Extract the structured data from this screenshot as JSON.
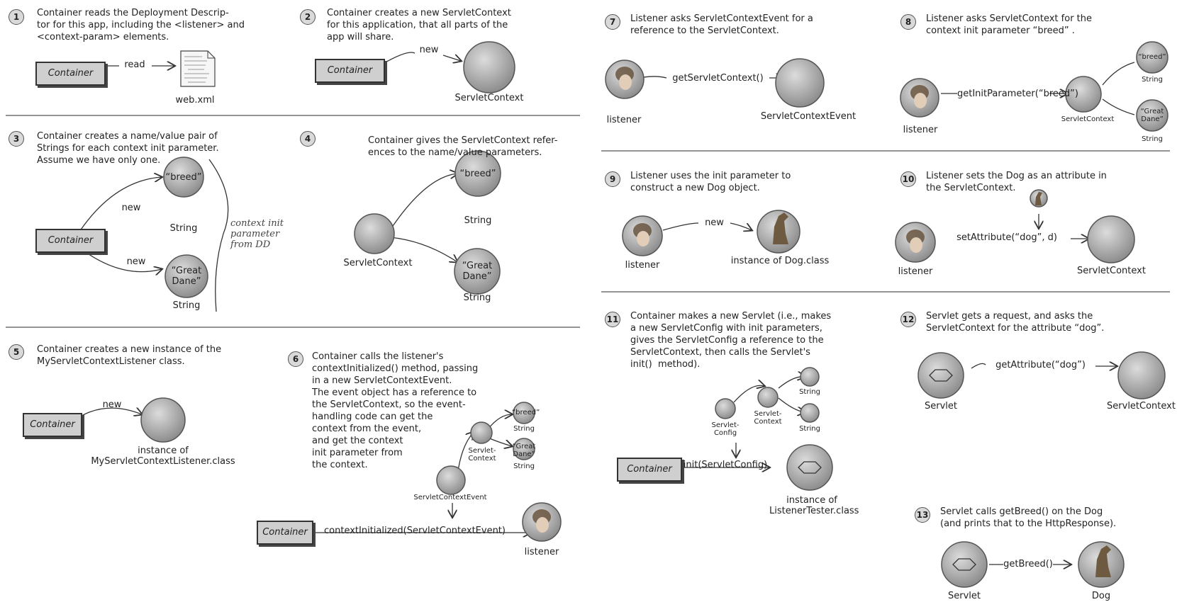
{
  "steps": {
    "s1": {
      "num": "1",
      "text": "Container reads the Deployment Descrip-\ntor for this app, including the <listener> and\n<context-param> elements.",
      "container": "Container",
      "edge": "read",
      "file": "web.xml"
    },
    "s2": {
      "num": "2",
      "text": "Container creates a new ServletContext\nfor this application, that all parts of the\napp will share.",
      "container": "Container",
      "edge": "new",
      "node": "ServletContext"
    },
    "s3": {
      "num": "3",
      "text": "Container creates a name/value pair of\nStrings for each context init parameter.\nAssume we have only one.",
      "container": "Container",
      "edge1": "new",
      "edge2": "new",
      "node1": "“breed”",
      "node1_type": "String",
      "node2": "“Great\nDane”",
      "node2_type": "String",
      "note": "context init\nparameter\nfrom DD"
    },
    "s4": {
      "num": "4",
      "text": "Container gives the ServletContext refer-\nences to the name/value parameters.",
      "center": "ServletContext",
      "node1": "“breed”",
      "node1_type": "String",
      "node2": "“Great\nDane”",
      "node2_type": "String"
    },
    "s5": {
      "num": "5",
      "text": "Container creates a new instance of the\nMyServletContextListener class.",
      "container": "Container",
      "edge": "new",
      "node": "instance of\nMyServletContextListener.class"
    },
    "s6": {
      "num": "6",
      "text": "Container calls the listener's\ncontextInitialized() method, passing\nin a new ServletContextEvent.\nThe event object has a reference to\nthe ServletContext, so the event-\nhandling code can get the\ncontext from the event,\nand get the context\ninit parameter from\nthe context.",
      "container": "Container",
      "edge": "contextInitialized(ServletContextEvent)",
      "listener": "listener",
      "event": "ServletContextEvent",
      "ctx": "Servlet-\nContext",
      "p1": "“breed”",
      "p1_type": "String",
      "p2": "“Great\nDane”",
      "p2_type": "String"
    },
    "s7": {
      "num": "7",
      "text": "Listener asks ServletContextEvent for a\nreference to the ServletContext.",
      "listener": "listener",
      "edge": "getServletContext()",
      "node": "ServletContextEvent"
    },
    "s8": {
      "num": "8",
      "text": "Listener asks ServletContext for the\ncontext init parameter “breed” .",
      "listener": "listener",
      "edge": "getInitParameter(“breed”)",
      "ctx": "ServletContext",
      "p1": "“breed”",
      "p1_type": "String",
      "p2": "“Great\nDane”",
      "p2_type": "String"
    },
    "s9": {
      "num": "9",
      "text": "Listener uses the init parameter to\nconstruct a new Dog object.",
      "listener": "listener",
      "edge": "new",
      "node": "instance of Dog.class"
    },
    "s10": {
      "num": "10",
      "text": "Listener sets the Dog as an attribute in\nthe ServletContext.",
      "listener": "listener",
      "edge": "setAttribute(“dog”, d)",
      "node": "ServletContext"
    },
    "s11": {
      "num": "11",
      "text": "Container makes a new Servlet (i.e., makes\na new ServletConfig with init parameters,\ngives the ServletConfig a reference to the\nServletContext, then calls the Servlet's\ninit()  method).",
      "container": "Container",
      "edge": "init(ServletConfig)",
      "node": "instance of\nListenerTester.class",
      "config": "Servlet-\nConfig",
      "ctx": "Servlet-\nContext",
      "s1": "String",
      "s2": "String"
    },
    "s12": {
      "num": "12",
      "text": "Servlet gets a request, and asks the\nServletContext for the attribute “dog”.",
      "servlet": "Servlet",
      "edge": "getAttribute(“dog”)",
      "node": "ServletContext"
    },
    "s13": {
      "num": "13",
      "text": "Servlet calls getBreed() on the Dog\n(and prints that to the HttpResponse).",
      "servlet": "Servlet",
      "edge": "getBreed()",
      "node": "Dog"
    }
  },
  "colors": {
    "node_fill": "#a9a9a9",
    "box_fill": "#cfcfcf",
    "line": "#555555"
  }
}
